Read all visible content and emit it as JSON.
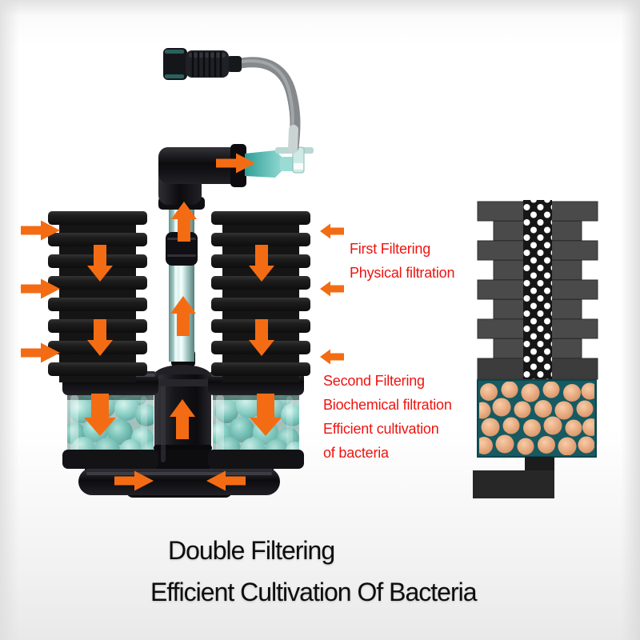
{
  "annotations": {
    "first_filtering": {
      "lines": [
        "First Filtering",
        "Physical filtration"
      ]
    },
    "second_filtering": {
      "lines": [
        "Second Filtering",
        "Biochemical filtration",
        "Efficient cultivation",
        "of bacteria"
      ]
    }
  },
  "title": {
    "lines": [
      "Double Filtering",
      "Efficient Cultivation Of Bacteria"
    ]
  },
  "colors": {
    "arrow_orange": "#f36c14",
    "label_red": "#ee1410",
    "title_black": "#0d0d0d",
    "sponge_black": "#1a1a1a",
    "cross_section_sponge_gray": "#4a4a4a",
    "media_ball_teal": "#6ec6b9",
    "media_ball_tan": "#e6a77d",
    "media_box_teal": "#175a61",
    "riser_tube_cyan": "#bfe3de"
  },
  "icons": {
    "inflow_arrow": "arrow-right",
    "outflow_arrow": "arrow-left",
    "down_flow_arrow": "arrow-down",
    "up_flow_arrow": "arrow-up"
  }
}
